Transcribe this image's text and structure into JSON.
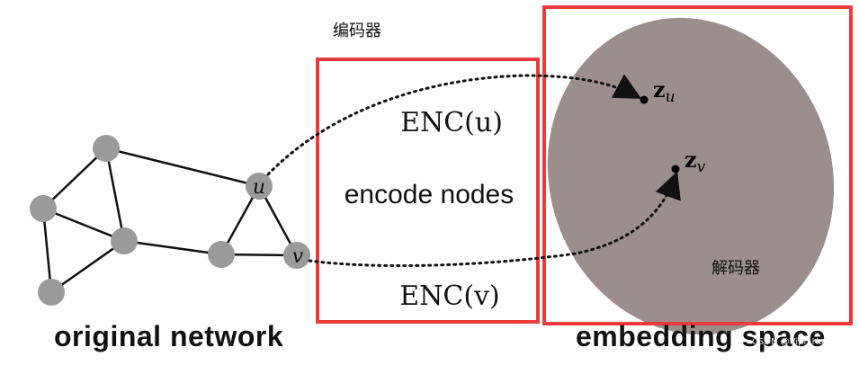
{
  "labels": {
    "encoder_cn": "编码器",
    "decoder_cn": "解码器",
    "enc_u": "ENC(u)",
    "enc_v": "ENC(v)",
    "encode_nodes": "encode nodes",
    "node_u": "u",
    "node_v": "v",
    "z_u": "z",
    "z_u_sub": "u",
    "z_v": "z",
    "z_v_sub": "v",
    "original_network": "original network",
    "embedding_space": "embedding space",
    "watermark": "CSDN @Vipr_Ha"
  },
  "colors": {
    "box_border": "#ec3b3b",
    "node_fill": "#9a9a9a",
    "ellipse_fill": "#9c8e8c",
    "edge": "#111111"
  }
}
